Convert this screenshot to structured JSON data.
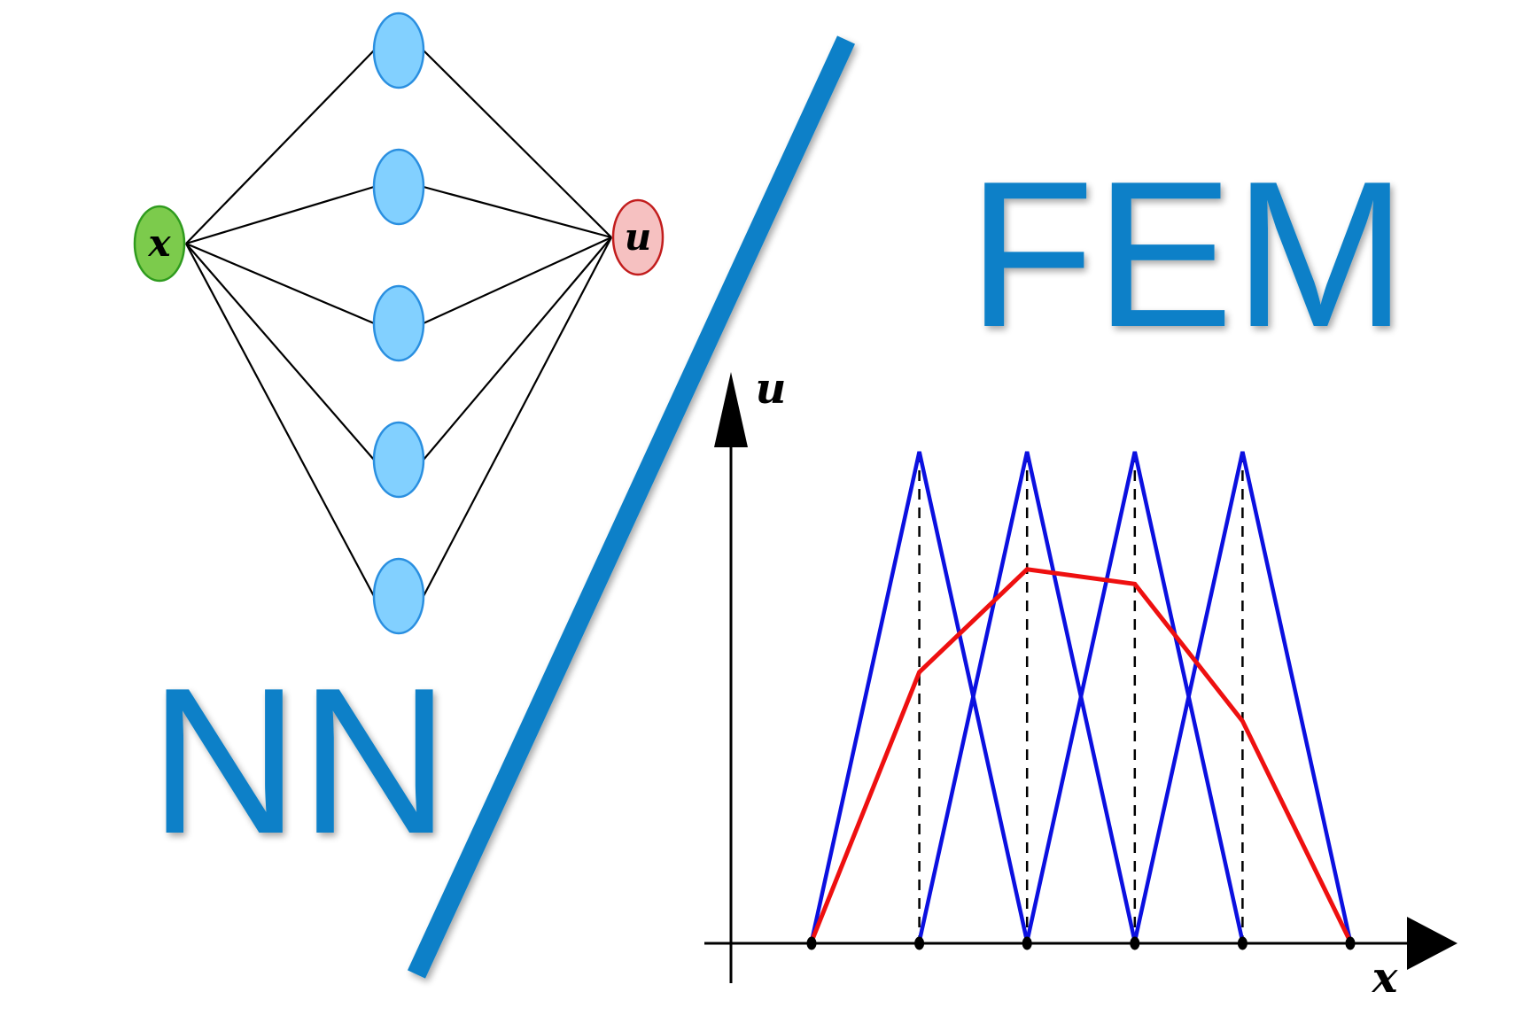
{
  "labels": {
    "nn": "NN",
    "fem": "FEM",
    "input_node": "x",
    "output_node": "u",
    "y_axis": "u",
    "x_axis": "x"
  },
  "network": {
    "input_nodes": 1,
    "hidden_nodes": 5,
    "output_nodes": 1
  },
  "chart_data": {
    "type": "line",
    "x": [
      0,
      1,
      2,
      3,
      4,
      5
    ],
    "series": [
      {
        "values": [
          0,
          0.55,
          0.76,
          0.73,
          0.45,
          0
        ]
      }
    ],
    "basis_functions": {
      "peaks_at": [
        1,
        2,
        3,
        4
      ],
      "support": [
        [
          0,
          2
        ],
        [
          1,
          3
        ],
        [
          2,
          4
        ],
        [
          3,
          5
        ]
      ],
      "peak_value": 1
    },
    "nodes": [
      0,
      1,
      2,
      3,
      4,
      5
    ],
    "ylim": [
      0,
      1.2
    ],
    "xlabel": "x",
    "ylabel": "u"
  },
  "colors": {
    "accent_blue": "#0a80c8",
    "hidden_fill": "#82d0ff",
    "hidden_stroke": "#2a8fe0",
    "input_fill": "#7ccb4c",
    "input_stroke": "#2f9b1e",
    "output_fill": "#f6c1c1",
    "output_stroke": "#c21d1d",
    "basis": "#0b10e0",
    "solution": "#ee1010"
  }
}
